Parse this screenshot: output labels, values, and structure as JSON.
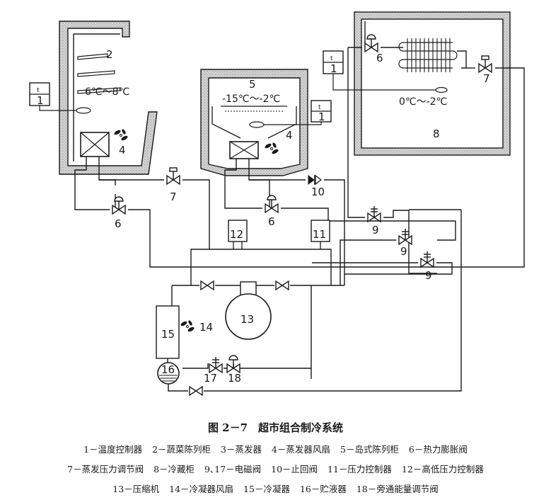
{
  "labels": {
    "c2": "2",
    "c4a": "4",
    "c4b": "4",
    "c5": "5",
    "c6a": "6",
    "c6b": "6",
    "c6c": "6",
    "c7a": "7",
    "c7b": "7",
    "c8": "8",
    "c9a": "9",
    "c9b": "9",
    "c9c": "9",
    "c10": "10",
    "c11": "11",
    "c12": "12",
    "c13": "13",
    "c14": "14",
    "c15": "15",
    "c16": "16",
    "c17": "17",
    "c18": "18"
  },
  "temperatures": {
    "cabinet2": "6℃～8℃",
    "cabinet5": "-15℃～-2℃",
    "room8": "0℃～-2℃"
  },
  "controller_glyph": {
    "top": "t",
    "bottom": "1"
  },
  "caption": "图 2－7　超市组合制冷系统",
  "legend": [
    [
      "1－温度控制器",
      "2－蔬菜陈列柜",
      "3－蒸发器",
      "4－蒸发器风扇",
      "5－岛式陈列柜",
      "6－热力膨胀阀"
    ],
    [
      "7－蒸发压力调节阀",
      "8－冷藏柜",
      "9､17－电磁阀",
      "10－止回阀",
      "11－压力控制器",
      "12－高低压力控制器"
    ],
    [
      "13－压缩机",
      "14－冷凝器风扇",
      "15－冷凝器",
      "16－贮液器",
      "18－旁通能量调节阀"
    ]
  ]
}
